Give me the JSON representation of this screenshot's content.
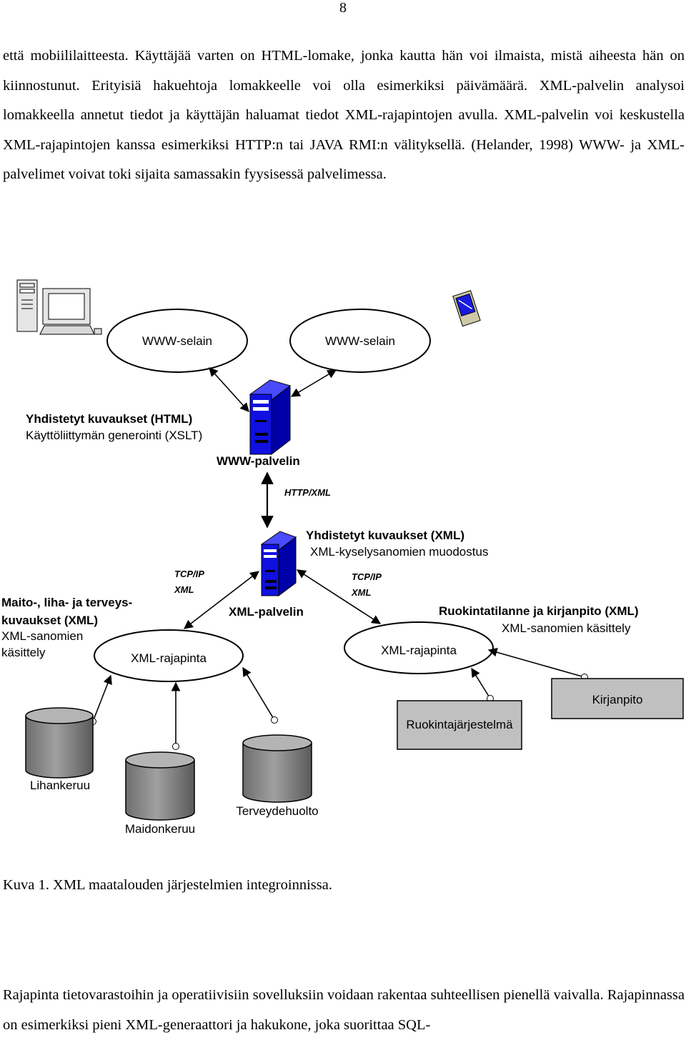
{
  "page_number": "8",
  "paragraph1": "että mobiililaitteesta. Käyttäjää varten on HTML-lomake, jonka kautta hän voi ilmaista, mistä aiheesta hän on kiinnostunut. Erityisiä hakuehtoja lomakkeelle voi olla esimerkiksi päivämäärä. XML-palvelin analysoi lomakkeella annetut tiedot ja käyttäjän haluamat tiedot XML-rajapintojen avulla. XML-palvelin voi keskustella XML-rajapintojen kanssa esimerkiksi HTTP:n tai JAVA RMI:n välityksellä. (Helander, 1998) WWW- ja XML-palvelimet voivat toki sijaita samassakin fyysisessä palvelimessa.",
  "diagram": {
    "browser_left": "WWW-selain",
    "browser_right": "WWW-selain",
    "web_server_desc_1": "Yhdistetyt kuvaukset (HTML)",
    "web_server_desc_2": "Käyttöliittymän generointi (XSLT)",
    "web_server_label": "WWW-palvelin",
    "http_link_label": "HTTP/XML",
    "xml_server_desc_1": "Yhdistetyt kuvaukset (XML)",
    "xml_server_desc_2": "XML-kyselysanomien muodostus",
    "xml_server_label": "XML-palvelin",
    "tcp_left_1": "TCP/IP",
    "tcp_left_2": "XML",
    "tcp_right_1": "TCP/IP",
    "tcp_right_2": "XML",
    "left_desc_1": "Maito-, liha- ja terveys-",
    "left_desc_2": "kuvaukset (XML)",
    "left_desc_3": "XML-sanomien",
    "left_desc_4": "käsittely",
    "right_desc_1": "Ruokintatilanne ja kirjanpito (XML)",
    "right_desc_2": "XML-sanomien käsittely",
    "left_interface": "XML-rajapinta",
    "right_interface": "XML-rajapinta",
    "db_1": "Lihankeruu",
    "db_2": "Maidonkeruu",
    "db_3": "Terveydehuolto",
    "system_1": "Ruokintajärjestelmä",
    "system_2": "Kirjanpito"
  },
  "caption": "Kuva 1. XML maatalouden järjestelmien integroinnissa.",
  "paragraph2": "Rajapinta tietovarastoihin ja operatiivisiin sovelluksiin voidaan rakentaa suhteellisen pienellä vaivalla. Rajapinnassa on esimerkiksi pieni XML-generaattori ja hakukone, joka suorittaa SQL-",
  "colors": {
    "server_blue": "#1010e0",
    "box_gray": "#c0c0c0",
    "db_gray": "#8a8a8a"
  }
}
